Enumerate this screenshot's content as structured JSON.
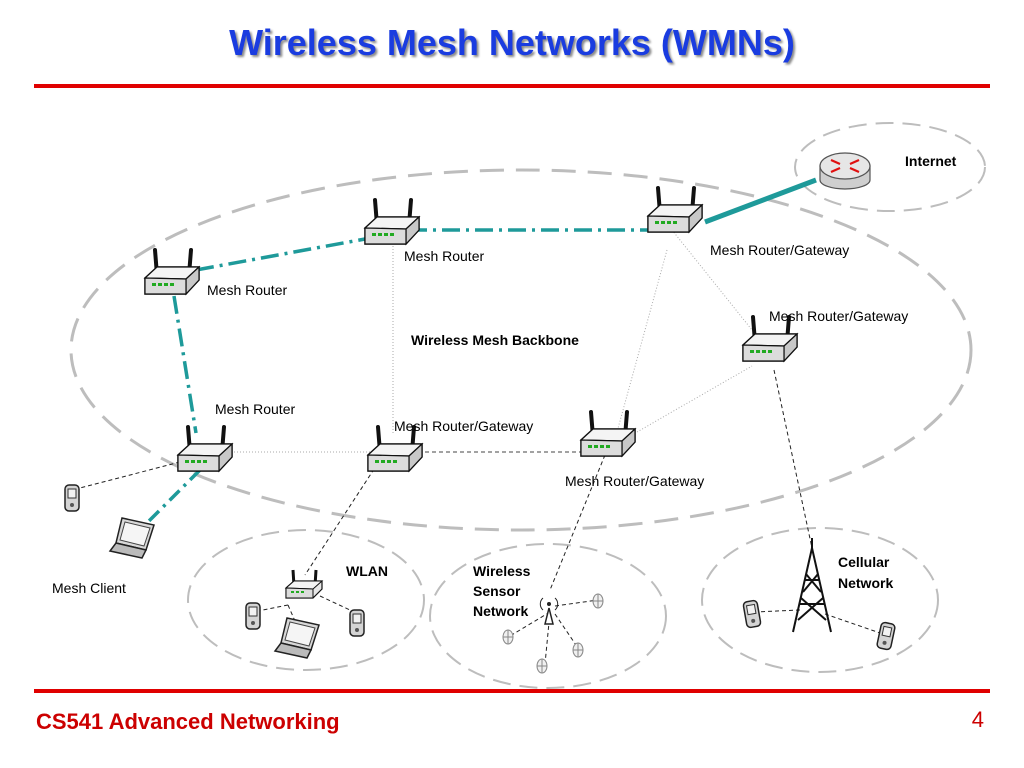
{
  "header": {
    "title": "Wireless Mesh Networks (WMNs)"
  },
  "footer": {
    "course": "CS541 Advanced Networking",
    "page_number": "4"
  },
  "diagram": {
    "internet_label": "Internet",
    "backbone_label": "Wireless Mesh Backbone",
    "routers": [
      {
        "label": "Mesh Router"
      },
      {
        "label": "Mesh Router"
      },
      {
        "label": "Mesh Router/Gateway"
      },
      {
        "label": "Mesh Router/Gateway"
      },
      {
        "label": "Mesh Router"
      },
      {
        "label": "Mesh Router/Gateway"
      },
      {
        "label": "Mesh Router/Gateway"
      }
    ],
    "mesh_client_label": "Mesh Client",
    "wlan_label": "WLAN",
    "wsn_label_lines": [
      "Wireless",
      "Sensor",
      "Network"
    ],
    "cellular_label_lines": [
      "Cellular",
      "Network"
    ],
    "colors": {
      "title": "#1a3ce0",
      "rule": "#e00000",
      "mesh_link": "#1e9a9a",
      "footer": "#cc0000"
    }
  }
}
